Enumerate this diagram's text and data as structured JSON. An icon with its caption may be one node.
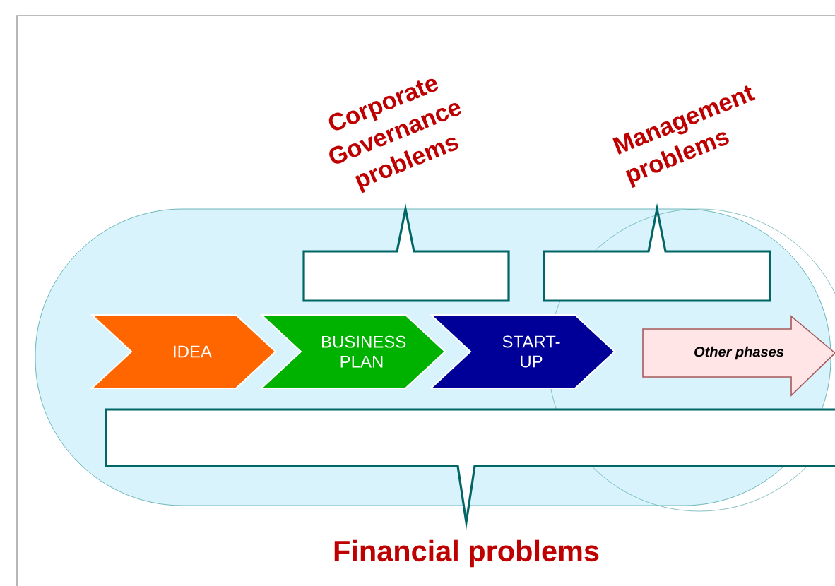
{
  "diagram": {
    "nodes": [
      {
        "text": [
          "Corporate Governance problems"
        ]
      },
      {
        "text": [
          "Management problems"
        ]
      },
      {
        "text": [
          "IDEA"
        ]
      },
      {
        "text": [
          "BUSINESS PLAN"
        ]
      },
      {
        "text": [
          "START-UP"
        ]
      },
      {
        "text": [
          "Other phases"
        ]
      },
      {
        "text": [
          "Financial problems"
        ]
      }
    ]
  }
}
